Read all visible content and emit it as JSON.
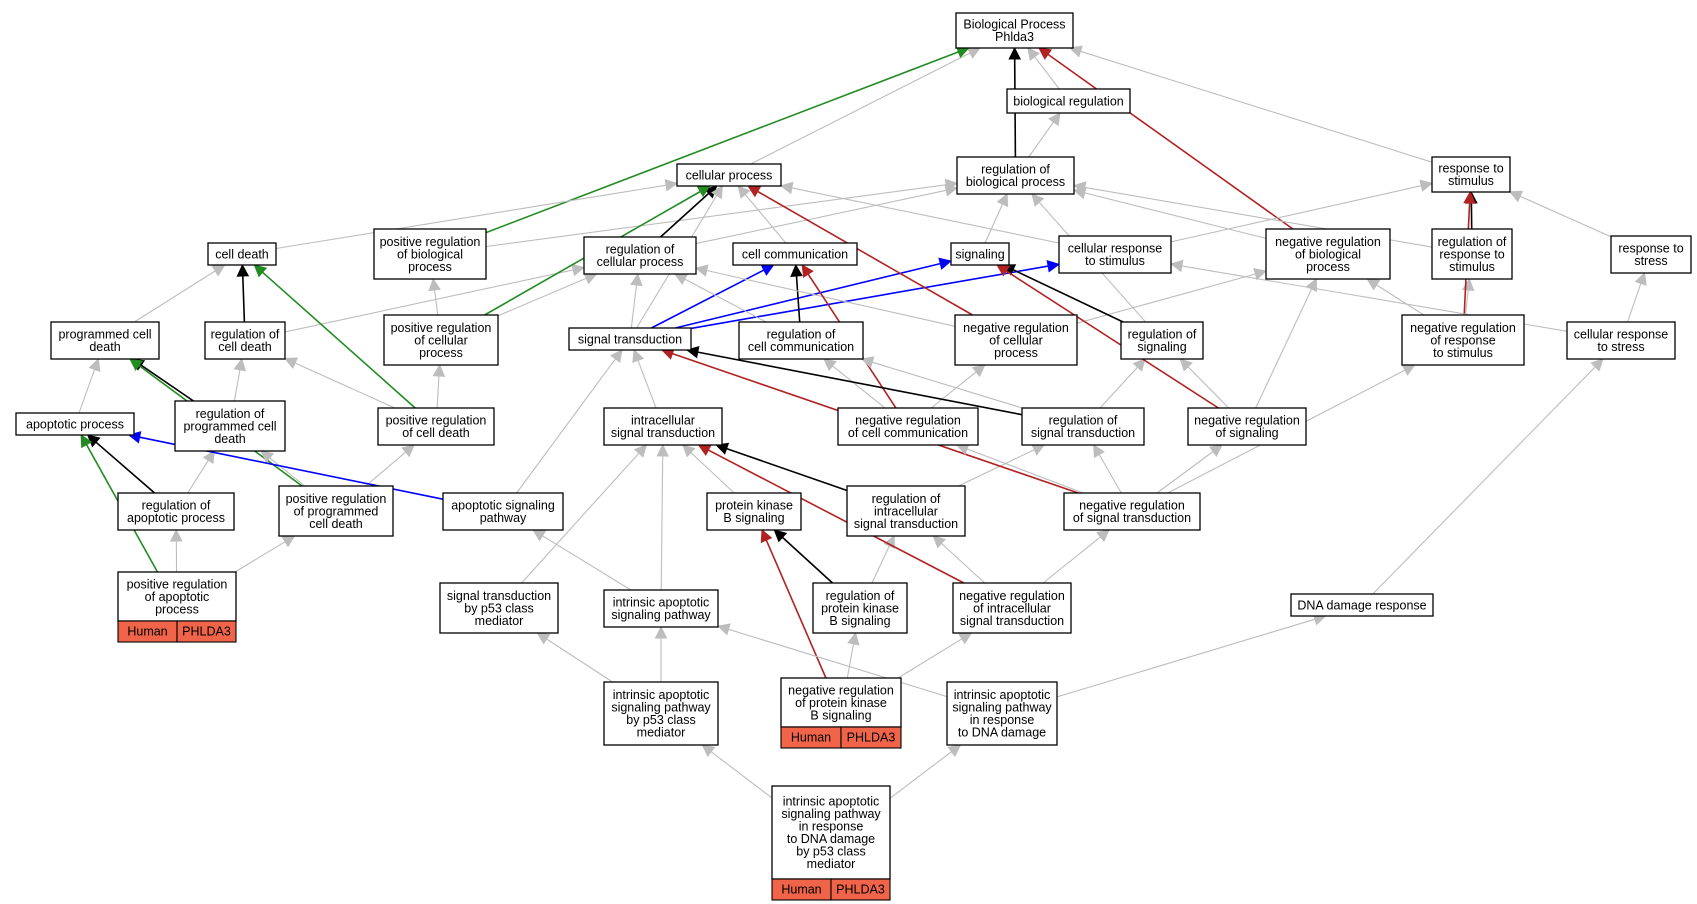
{
  "colors": {
    "is_a": "#bdbdbd",
    "part_of": "#000000",
    "regulates": "#000000",
    "positively_regulates": "#228b22",
    "negatively_regulates": "#b22222",
    "signaling_link": "#0000ff",
    "annotation_fill": "#f06449"
  },
  "nodes": [
    {
      "id": "bp",
      "lines": [
        "Biological Process",
        "Phlda3"
      ]
    },
    {
      "id": "breg",
      "lines": [
        "biological regulation"
      ]
    },
    {
      "id": "cp",
      "lines": [
        "cellular process"
      ]
    },
    {
      "id": "rbp",
      "lines": [
        "regulation of",
        "biological process"
      ]
    },
    {
      "id": "rts",
      "lines": [
        "response to",
        "stimulus"
      ]
    },
    {
      "id": "cd",
      "lines": [
        "cell death"
      ]
    },
    {
      "id": "prbp",
      "lines": [
        "positive regulation",
        "of biological",
        "process"
      ]
    },
    {
      "id": "rcp",
      "lines": [
        "regulation of",
        "cellular process"
      ]
    },
    {
      "id": "cc",
      "lines": [
        "cell communication"
      ]
    },
    {
      "id": "sig",
      "lines": [
        "signaling"
      ]
    },
    {
      "id": "crs",
      "lines": [
        "cellular response",
        "to stimulus"
      ]
    },
    {
      "id": "nrbp",
      "lines": [
        "negative regulation",
        "of biological",
        "process"
      ]
    },
    {
      "id": "rrs",
      "lines": [
        "regulation of",
        "response to",
        "stimulus"
      ]
    },
    {
      "id": "rtstress",
      "lines": [
        "response to",
        "stress"
      ]
    },
    {
      "id": "pcd",
      "lines": [
        "programmed cell",
        "death"
      ]
    },
    {
      "id": "rcd",
      "lines": [
        "regulation of",
        "cell death"
      ]
    },
    {
      "id": "prcp",
      "lines": [
        "positive regulation",
        "of cellular",
        "process"
      ]
    },
    {
      "id": "st",
      "lines": [
        "signal transduction"
      ]
    },
    {
      "id": "rcc",
      "lines": [
        "regulation of",
        "cell communication"
      ]
    },
    {
      "id": "nrcp",
      "lines": [
        "negative regulation",
        "of cellular",
        "process"
      ]
    },
    {
      "id": "rsig",
      "lines": [
        "regulation of",
        "signaling"
      ]
    },
    {
      "id": "nrrs",
      "lines": [
        "negative regulation",
        "of response",
        "to stimulus"
      ]
    },
    {
      "id": "crstress",
      "lines": [
        "cellular response",
        "to stress"
      ]
    },
    {
      "id": "ap",
      "lines": [
        "apoptotic process"
      ]
    },
    {
      "id": "rpcd",
      "lines": [
        "regulation of",
        "programmed cell",
        "death"
      ]
    },
    {
      "id": "prcd",
      "lines": [
        "positive regulation",
        "of cell death"
      ]
    },
    {
      "id": "ist",
      "lines": [
        "intracellular",
        "signal transduction"
      ]
    },
    {
      "id": "nrcc",
      "lines": [
        "negative regulation",
        "of cell communication"
      ]
    },
    {
      "id": "rst",
      "lines": [
        "regulation of",
        "signal transduction"
      ]
    },
    {
      "id": "nrsig",
      "lines": [
        "negative regulation",
        "of signaling"
      ]
    },
    {
      "id": "rap",
      "lines": [
        "regulation of",
        "apoptotic process"
      ]
    },
    {
      "id": "prpcd",
      "lines": [
        "positive regulation",
        "of programmed",
        "cell death"
      ]
    },
    {
      "id": "asp",
      "lines": [
        "apoptotic signaling",
        "pathway"
      ]
    },
    {
      "id": "pkb",
      "lines": [
        "protein kinase",
        "B signaling"
      ]
    },
    {
      "id": "rist",
      "lines": [
        "regulation of",
        "intracellular",
        "signal transduction"
      ]
    },
    {
      "id": "nrst",
      "lines": [
        "negative regulation",
        "of signal transduction"
      ]
    },
    {
      "id": "prap",
      "lines": [
        "positive regulation",
        "of apoptotic",
        "process"
      ],
      "genes": [
        "Human",
        "PHLDA3"
      ]
    },
    {
      "id": "stp53",
      "lines": [
        "signal transduction",
        "by p53 class",
        "mediator"
      ]
    },
    {
      "id": "iasp",
      "lines": [
        "intrinsic apoptotic",
        "signaling pathway"
      ]
    },
    {
      "id": "rpkb",
      "lines": [
        "regulation of",
        "protein kinase",
        "B signaling"
      ]
    },
    {
      "id": "nrist",
      "lines": [
        "negative regulation",
        "of intracellular",
        "signal transduction"
      ]
    },
    {
      "id": "ddr",
      "lines": [
        "DNA damage response"
      ]
    },
    {
      "id": "iaspp53",
      "lines": [
        "intrinsic apoptotic",
        "signaling pathway",
        "by p53 class",
        "mediator"
      ]
    },
    {
      "id": "nrpkb",
      "lines": [
        "negative regulation",
        "of protein kinase",
        "B signaling"
      ],
      "genes": [
        "Human",
        "PHLDA3"
      ]
    },
    {
      "id": "iaspdna",
      "lines": [
        "intrinsic apoptotic",
        "signaling pathway",
        "in response",
        "to DNA damage"
      ]
    },
    {
      "id": "iasp_dna_p53",
      "lines": [
        "intrinsic apoptotic",
        "signaling pathway",
        "in response",
        "to DNA damage",
        "by p53 class",
        "mediator"
      ],
      "genes": [
        "Human",
        "PHLDA3"
      ]
    }
  ],
  "edges": [
    {
      "from": "breg",
      "to": "bp",
      "type": "is_a"
    },
    {
      "from": "cp",
      "to": "bp",
      "type": "is_a"
    },
    {
      "from": "rbp",
      "to": "bp",
      "type": "part_of"
    },
    {
      "from": "rbp",
      "to": "breg",
      "type": "is_a"
    },
    {
      "from": "rts",
      "to": "bp",
      "type": "is_a"
    },
    {
      "from": "prbp",
      "to": "bp",
      "type": "positively_regulates"
    },
    {
      "from": "nrbp",
      "to": "bp",
      "type": "negatively_regulates"
    },
    {
      "from": "cd",
      "to": "cp",
      "type": "is_a"
    },
    {
      "from": "prbp",
      "to": "rbp",
      "type": "is_a"
    },
    {
      "from": "rcp",
      "to": "cp",
      "type": "part_of"
    },
    {
      "from": "rcp",
      "to": "rbp",
      "type": "is_a"
    },
    {
      "from": "cc",
      "to": "cp",
      "type": "is_a"
    },
    {
      "from": "sig",
      "to": "rbp",
      "type": "is_a"
    },
    {
      "from": "crs",
      "to": "cp",
      "type": "is_a"
    },
    {
      "from": "crs",
      "to": "rts",
      "type": "is_a"
    },
    {
      "from": "nrbp",
      "to": "rbp",
      "type": "is_a"
    },
    {
      "from": "rrs",
      "to": "rts",
      "type": "part_of"
    },
    {
      "from": "rrs",
      "to": "rbp",
      "type": "is_a"
    },
    {
      "from": "rtstress",
      "to": "rts",
      "type": "is_a"
    },
    {
      "from": "pcd",
      "to": "cd",
      "type": "is_a"
    },
    {
      "from": "rcd",
      "to": "cd",
      "type": "part_of"
    },
    {
      "from": "rcd",
      "to": "rcp",
      "type": "is_a"
    },
    {
      "from": "prcp",
      "to": "cp",
      "type": "positively_regulates"
    },
    {
      "from": "prcp",
      "to": "prbp",
      "type": "is_a"
    },
    {
      "from": "prcp",
      "to": "rcp",
      "type": "is_a"
    },
    {
      "from": "st",
      "to": "cp",
      "type": "is_a"
    },
    {
      "from": "st",
      "to": "rcp",
      "type": "is_a"
    },
    {
      "from": "st",
      "to": "cc",
      "type": "signaling_link"
    },
    {
      "from": "st",
      "to": "sig",
      "type": "signaling_link"
    },
    {
      "from": "st",
      "to": "crs",
      "type": "signaling_link"
    },
    {
      "from": "rcc",
      "to": "cc",
      "type": "part_of"
    },
    {
      "from": "rcc",
      "to": "rcp",
      "type": "is_a"
    },
    {
      "from": "nrcp",
      "to": "cp",
      "type": "negatively_regulates"
    },
    {
      "from": "nrcp",
      "to": "rcp",
      "type": "is_a"
    },
    {
      "from": "nrcp",
      "to": "nrbp",
      "type": "is_a"
    },
    {
      "from": "rsig",
      "to": "sig",
      "type": "part_of"
    },
    {
      "from": "rsig",
      "to": "rbp",
      "type": "is_a"
    },
    {
      "from": "nrrs",
      "to": "rrs",
      "type": "is_a"
    },
    {
      "from": "nrrs",
      "to": "nrbp",
      "type": "is_a"
    },
    {
      "from": "nrrs",
      "to": "rts",
      "type": "negatively_regulates"
    },
    {
      "from": "crstress",
      "to": "rtstress",
      "type": "is_a"
    },
    {
      "from": "crstress",
      "to": "crs",
      "type": "is_a"
    },
    {
      "from": "ap",
      "to": "pcd",
      "type": "is_a"
    },
    {
      "from": "rpcd",
      "to": "pcd",
      "type": "part_of"
    },
    {
      "from": "rpcd",
      "to": "rcd",
      "type": "is_a"
    },
    {
      "from": "prcd",
      "to": "cd",
      "type": "positively_regulates"
    },
    {
      "from": "prcd",
      "to": "rcd",
      "type": "is_a"
    },
    {
      "from": "prcd",
      "to": "prcp",
      "type": "is_a"
    },
    {
      "from": "ist",
      "to": "st",
      "type": "is_a"
    },
    {
      "from": "nrcc",
      "to": "cc",
      "type": "negatively_regulates"
    },
    {
      "from": "nrcc",
      "to": "rcc",
      "type": "is_a"
    },
    {
      "from": "nrcc",
      "to": "nrcp",
      "type": "is_a"
    },
    {
      "from": "rst",
      "to": "st",
      "type": "part_of"
    },
    {
      "from": "rst",
      "to": "rcc",
      "type": "is_a"
    },
    {
      "from": "rst",
      "to": "rsig",
      "type": "is_a"
    },
    {
      "from": "nrsig",
      "to": "sig",
      "type": "negatively_regulates"
    },
    {
      "from": "nrsig",
      "to": "rsig",
      "type": "is_a"
    },
    {
      "from": "nrsig",
      "to": "nrbp",
      "type": "is_a"
    },
    {
      "from": "rap",
      "to": "ap",
      "type": "part_of"
    },
    {
      "from": "rap",
      "to": "rpcd",
      "type": "is_a"
    },
    {
      "from": "prpcd",
      "to": "pcd",
      "type": "positively_regulates"
    },
    {
      "from": "prpcd",
      "to": "rpcd",
      "type": "is_a"
    },
    {
      "from": "prpcd",
      "to": "prcd",
      "type": "is_a"
    },
    {
      "from": "asp",
      "to": "st",
      "type": "is_a"
    },
    {
      "from": "asp",
      "to": "ap",
      "type": "signaling_link"
    },
    {
      "from": "pkb",
      "to": "ist",
      "type": "is_a"
    },
    {
      "from": "rist",
      "to": "ist",
      "type": "part_of"
    },
    {
      "from": "rist",
      "to": "rst",
      "type": "is_a"
    },
    {
      "from": "nrst",
      "to": "st",
      "type": "negatively_regulates"
    },
    {
      "from": "nrst",
      "to": "rst",
      "type": "is_a"
    },
    {
      "from": "nrst",
      "to": "nrsig",
      "type": "is_a"
    },
    {
      "from": "nrst",
      "to": "nrcc",
      "type": "is_a"
    },
    {
      "from": "nrst",
      "to": "nrrs",
      "type": "is_a"
    },
    {
      "from": "prap",
      "to": "rap",
      "type": "is_a"
    },
    {
      "from": "prap",
      "to": "prpcd",
      "type": "is_a"
    },
    {
      "from": "prap",
      "to": "ap",
      "type": "positively_regulates"
    },
    {
      "from": "stp53",
      "to": "ist",
      "type": "is_a"
    },
    {
      "from": "iasp",
      "to": "asp",
      "type": "is_a"
    },
    {
      "from": "iasp",
      "to": "ist",
      "type": "is_a"
    },
    {
      "from": "rpkb",
      "to": "pkb",
      "type": "part_of"
    },
    {
      "from": "rpkb",
      "to": "rist",
      "type": "is_a"
    },
    {
      "from": "nrist",
      "to": "ist",
      "type": "negatively_regulates"
    },
    {
      "from": "nrist",
      "to": "rist",
      "type": "is_a"
    },
    {
      "from": "nrist",
      "to": "nrst",
      "type": "is_a"
    },
    {
      "from": "ddr",
      "to": "crstress",
      "type": "is_a"
    },
    {
      "from": "iaspp53",
      "to": "stp53",
      "type": "is_a"
    },
    {
      "from": "iaspp53",
      "to": "iasp",
      "type": "is_a"
    },
    {
      "from": "nrpkb",
      "to": "pkb",
      "type": "negatively_regulates"
    },
    {
      "from": "nrpkb",
      "to": "rpkb",
      "type": "is_a"
    },
    {
      "from": "nrpkb",
      "to": "nrist",
      "type": "is_a"
    },
    {
      "from": "iaspdna",
      "to": "iasp",
      "type": "is_a"
    },
    {
      "from": "iaspdna",
      "to": "ddr",
      "type": "is_a"
    },
    {
      "from": "iasp_dna_p53",
      "to": "iaspp53",
      "type": "is_a"
    },
    {
      "from": "iasp_dna_p53",
      "to": "iaspdna",
      "type": "is_a"
    }
  ]
}
